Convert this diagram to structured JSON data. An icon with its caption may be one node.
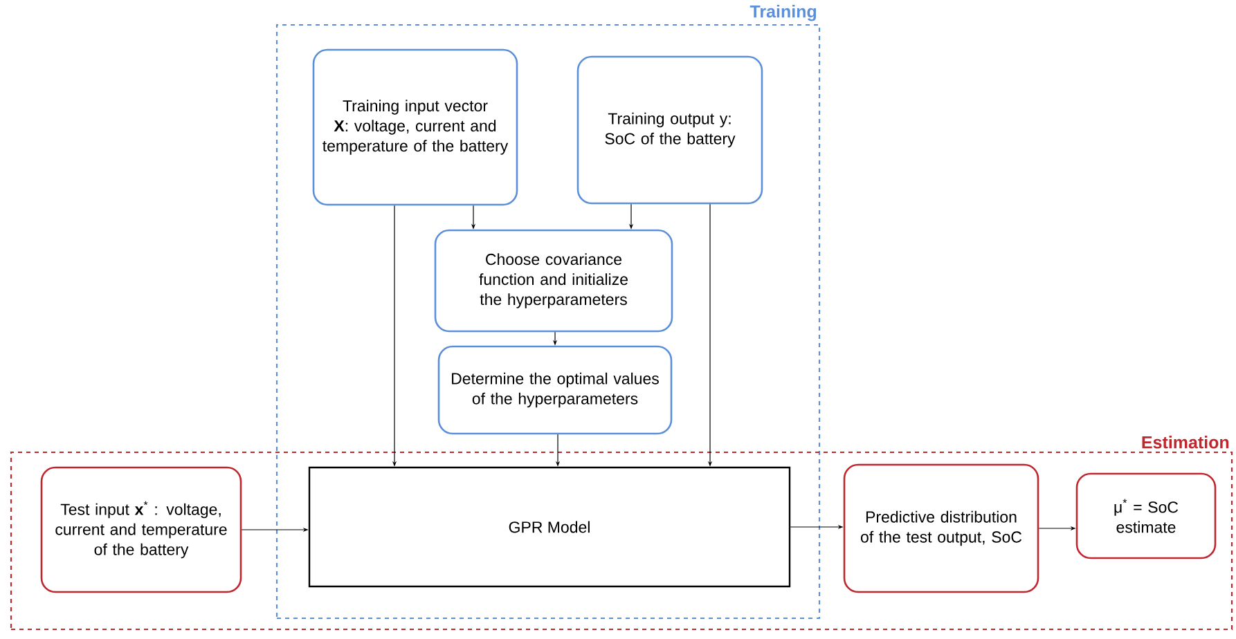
{
  "diagram": {
    "nodes": [
      {
        "text": [
          "Training"
        ]
      },
      {
        "text": [
          "Training input vector **X**: voltage, current and temperature of the battery"
        ],
        "in": 0
      },
      {
        "text": [
          "Training output y: SoC of the battery"
        ],
        "in": 0
      },
      {
        "text": [
          "Choose covariance function and initialize the hyperparameters"
        ],
        "in": 0
      },
      {
        "text": [
          "Determine the optimal values of the hyperparameters"
        ],
        "in": 0
      },
      {
        "text": [
          "Estimation"
        ]
      },
      {
        "text": [
          "Test input **x**$^{*}$ : voltage, current and temperature of the battery"
        ],
        "in": 5
      },
      {
        "text": [
          "GPR Model"
        ]
      },
      {
        "text": [
          "Predictive distribution of the test output, SoC"
        ],
        "in": 5
      },
      {
        "text": [
          "μ$^{*}$ = SoC estimate"
        ],
        "in": 5
      }
    ],
    "edges": [
      {
        "from": 1,
        "to": 3,
        "arrow": "to"
      },
      {
        "from": 2,
        "to": 3,
        "arrow": "to"
      },
      {
        "from": 3,
        "to": 4,
        "arrow": "to"
      },
      {
        "from": 1,
        "to": 7,
        "arrow": "to"
      },
      {
        "from": 4,
        "to": 7,
        "arrow": "to"
      },
      {
        "from": 2,
        "to": 7,
        "arrow": "to"
      },
      {
        "from": 6,
        "to": 7,
        "arrow": "to"
      },
      {
        "from": 7,
        "to": 8,
        "arrow": "to"
      },
      {
        "from": 8,
        "to": 9,
        "arrow": "to"
      }
    ]
  }
}
